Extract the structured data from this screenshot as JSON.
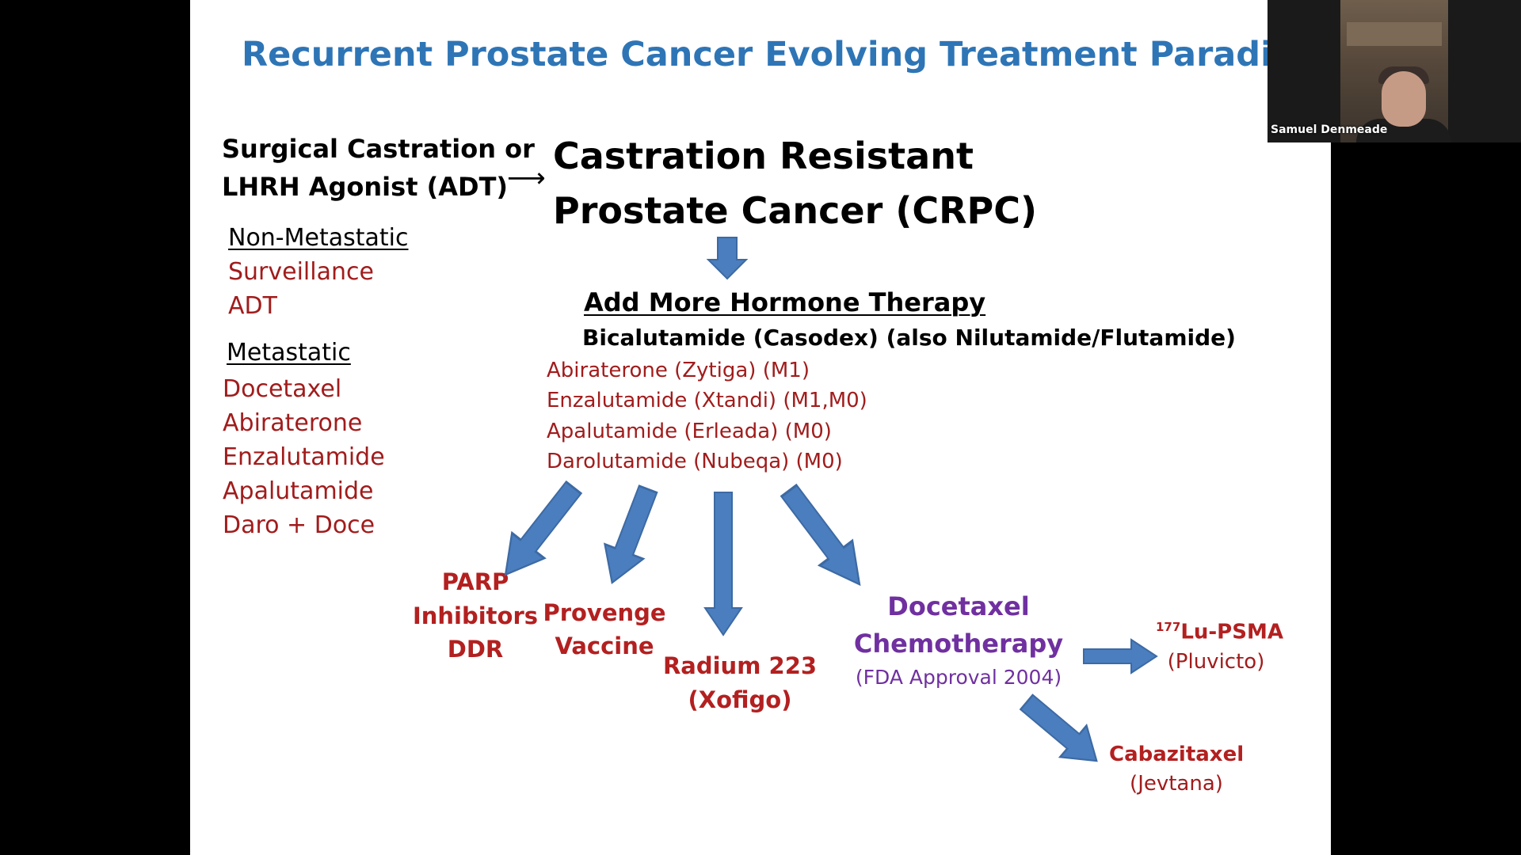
{
  "slide": {
    "title": "Recurrent Prostate Cancer Evolving Treatment Paradigm",
    "initial_line1": "Surgical Castration or",
    "initial_line2": "LHRH Agonist (ADT)",
    "arrow_glyph": "⟶",
    "crpc_line1": "Castration Resistant",
    "crpc_line2": "Prostate Cancer (CRPC)",
    "non_metastatic": {
      "heading": "Non-Metastatic",
      "items": [
        "Surveillance",
        "ADT"
      ]
    },
    "metastatic": {
      "heading": "Metastatic",
      "items": [
        "Docetaxel",
        "Abiraterone",
        "Enzalutamide",
        "Apalutamide",
        "Daro + Doce"
      ]
    },
    "hormone": {
      "heading": "Add More Hormone Therapy",
      "subline": "Bicalutamide (Casodex) (also Nilutamide/Flutamide)",
      "items": [
        "Abiraterone (Zytiga) (M1)",
        "Enzalutamide (Xtandi) (M1,M0)",
        "Apalutamide (Erleada) (M0)",
        "Darolutamide (Nubeqa) (M0)"
      ]
    },
    "parp": [
      "PARP",
      "Inhibitors",
      "DDR"
    ],
    "provenge": [
      "Provenge",
      "Vaccine"
    ],
    "radium": [
      "Radium 223",
      "(Xofigo)"
    ],
    "docetaxel": {
      "line1": "Docetaxel",
      "line2": "Chemotherapy",
      "approval": "(FDA Approval 2004)"
    },
    "lu_psma": {
      "superscript": "177",
      "name": "Lu-PSMA",
      "brand": "(Pluvicto)"
    },
    "cabazitaxel": {
      "name": "Cabazitaxel",
      "brand": "(Jevtana)"
    },
    "colors": {
      "title": "#2e75b6",
      "red": "#a11c1c",
      "purple": "#7030a0",
      "arrow_fill": "#4a7ebf"
    }
  },
  "webcam": {
    "participant_name": "Samuel Denmeade"
  }
}
